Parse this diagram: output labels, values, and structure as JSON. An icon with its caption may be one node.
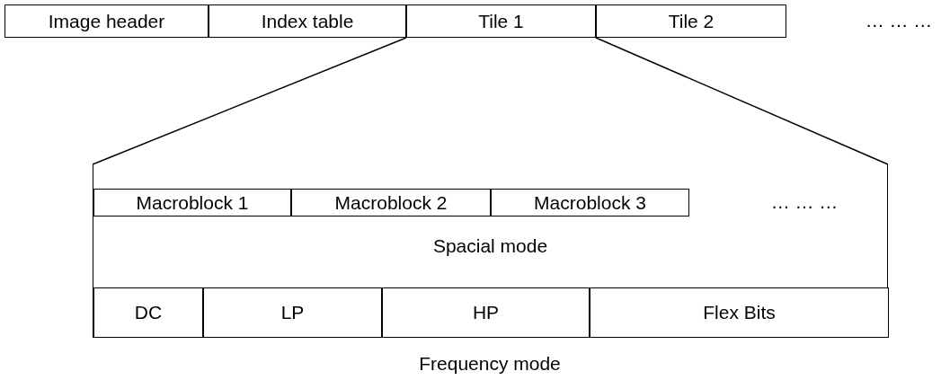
{
  "diagram": {
    "nodes": [
      {
        "text": [
          "Image header"
        ]
      },
      {
        "text": [
          "Index table"
        ]
      },
      {
        "text": [
          "Tile 1"
        ]
      },
      {
        "text": [
          "Tile 2"
        ]
      },
      {
        "text": [
          "Spacial mode"
        ]
      },
      {
        "text": [
          "Macroblock 1"
        ],
        "in": 4
      },
      {
        "text": [
          "Macroblock 2"
        ],
        "in": 4
      },
      {
        "text": [
          "Macroblock 3"
        ],
        "in": 4
      },
      {
        "text": [
          "DC"
        ],
        "in": 4
      },
      {
        "text": [
          "LP"
        ],
        "in": 4
      },
      {
        "text": [
          "HP"
        ],
        "in": 4
      },
      {
        "text": [
          "Flex Bits"
        ],
        "in": 4
      }
    ],
    "edges": [
      {
        "from": 2,
        "to": 4,
        "arrow": "none"
      },
      {
        "from": 2,
        "to": 4,
        "arrow": "none"
      }
    ],
    "labels": [
      "… … …",
      "… … …",
      "Frequency mode"
    ]
  }
}
